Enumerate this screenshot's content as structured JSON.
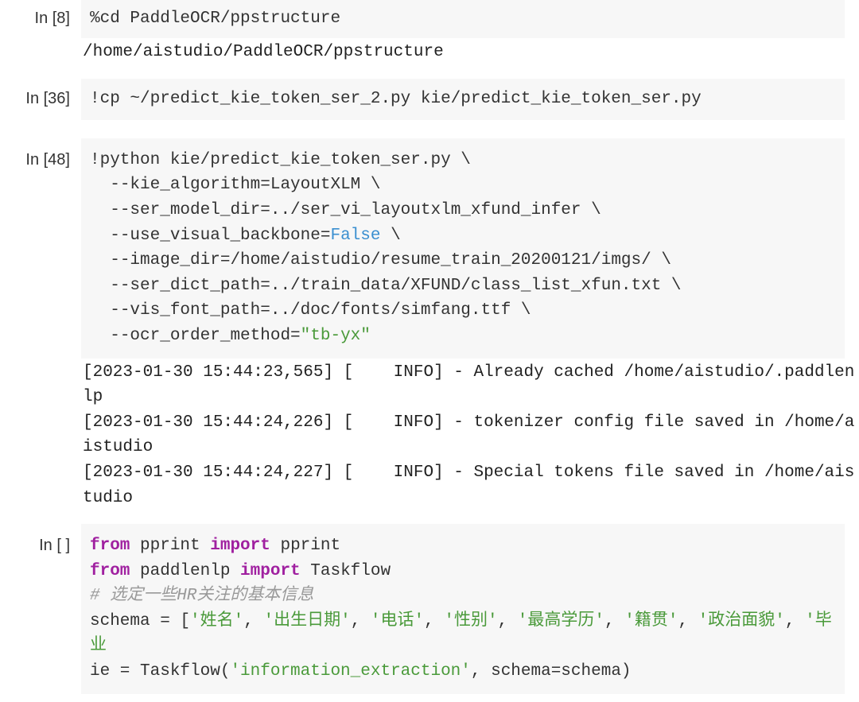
{
  "cells": [
    {
      "prompt": "In [8]",
      "lines": [
        [
          {
            "t": "%cd PaddleOCR/ppstructure",
            "k": ""
          }
        ]
      ],
      "output": [
        "/home/aistudio/PaddleOCR/ppstructure"
      ]
    },
    {
      "prompt": "In [36]",
      "lines": [
        [
          {
            "t": "!cp ~/predict_kie_token_ser_2.py kie/predict_kie_token_ser.py",
            "k": ""
          }
        ]
      ],
      "output": []
    },
    {
      "prompt": "In [48]",
      "lines": [
        [
          {
            "t": "!python kie/predict_kie_token_ser.py \\",
            "k": ""
          }
        ],
        [
          {
            "t": "  --kie_algorithm=LayoutXLM \\",
            "k": ""
          }
        ],
        [
          {
            "t": "  --ser_model_dir=../ser_vi_layoutxlm_xfund_infer \\",
            "k": ""
          }
        ],
        [
          {
            "t": "  --use_visual_backbone=",
            "k": ""
          },
          {
            "t": "False",
            "k": "bool"
          },
          {
            "t": " \\",
            "k": ""
          }
        ],
        [
          {
            "t": "  --image_dir=/home/aistudio/resume_train_20200121/imgs/ \\",
            "k": ""
          }
        ],
        [
          {
            "t": "  --ser_dict_path=../train_data/XFUND/class_list_xfun.txt \\",
            "k": ""
          }
        ],
        [
          {
            "t": "  --vis_font_path=../doc/fonts/simfang.ttf \\",
            "k": ""
          }
        ],
        [
          {
            "t": "  --ocr_order_method=",
            "k": ""
          },
          {
            "t": "\"tb-yx\"",
            "k": "str"
          }
        ]
      ],
      "output": [
        "[2023-01-30 15:44:23,565] [    INFO] - Already cached /home/aistudio/.paddlenlp",
        "[2023-01-30 15:44:24,226] [    INFO] - tokenizer config file saved in /home/aistudio",
        "[2023-01-30 15:44:24,227] [    INFO] - Special tokens file saved in /home/aistudio"
      ]
    },
    {
      "prompt": "In [ ]",
      "lines": [
        [
          {
            "t": "from",
            "k": "kw"
          },
          {
            "t": " pprint ",
            "k": ""
          },
          {
            "t": "import",
            "k": "kw"
          },
          {
            "t": " pprint",
            "k": ""
          }
        ],
        [
          {
            "t": "from",
            "k": "kw"
          },
          {
            "t": " paddlenlp ",
            "k": ""
          },
          {
            "t": "import",
            "k": "kw"
          },
          {
            "t": " Taskflow",
            "k": ""
          }
        ],
        [
          {
            "t": "# 选定一些HR关注的基本信息",
            "k": "cmt"
          }
        ],
        [
          {
            "t": "schema = [",
            "k": ""
          },
          {
            "t": "'姓名'",
            "k": "str"
          },
          {
            "t": ", ",
            "k": ""
          },
          {
            "t": "'出生日期'",
            "k": "str"
          },
          {
            "t": ", ",
            "k": ""
          },
          {
            "t": "'电话'",
            "k": "str"
          },
          {
            "t": ", ",
            "k": ""
          },
          {
            "t": "'性别'",
            "k": "str"
          },
          {
            "t": ", ",
            "k": ""
          },
          {
            "t": "'最高学历'",
            "k": "str"
          },
          {
            "t": ", ",
            "k": ""
          },
          {
            "t": "'籍贯'",
            "k": "str"
          },
          {
            "t": ", ",
            "k": ""
          },
          {
            "t": "'政治面貌'",
            "k": "str"
          },
          {
            "t": ", ",
            "k": ""
          },
          {
            "t": "'毕业",
            "k": "str"
          }
        ],
        [
          {
            "t": "ie = Taskflow(",
            "k": ""
          },
          {
            "t": "'information_extraction'",
            "k": "str"
          },
          {
            "t": ", schema=schema)",
            "k": ""
          }
        ]
      ],
      "output": []
    }
  ]
}
